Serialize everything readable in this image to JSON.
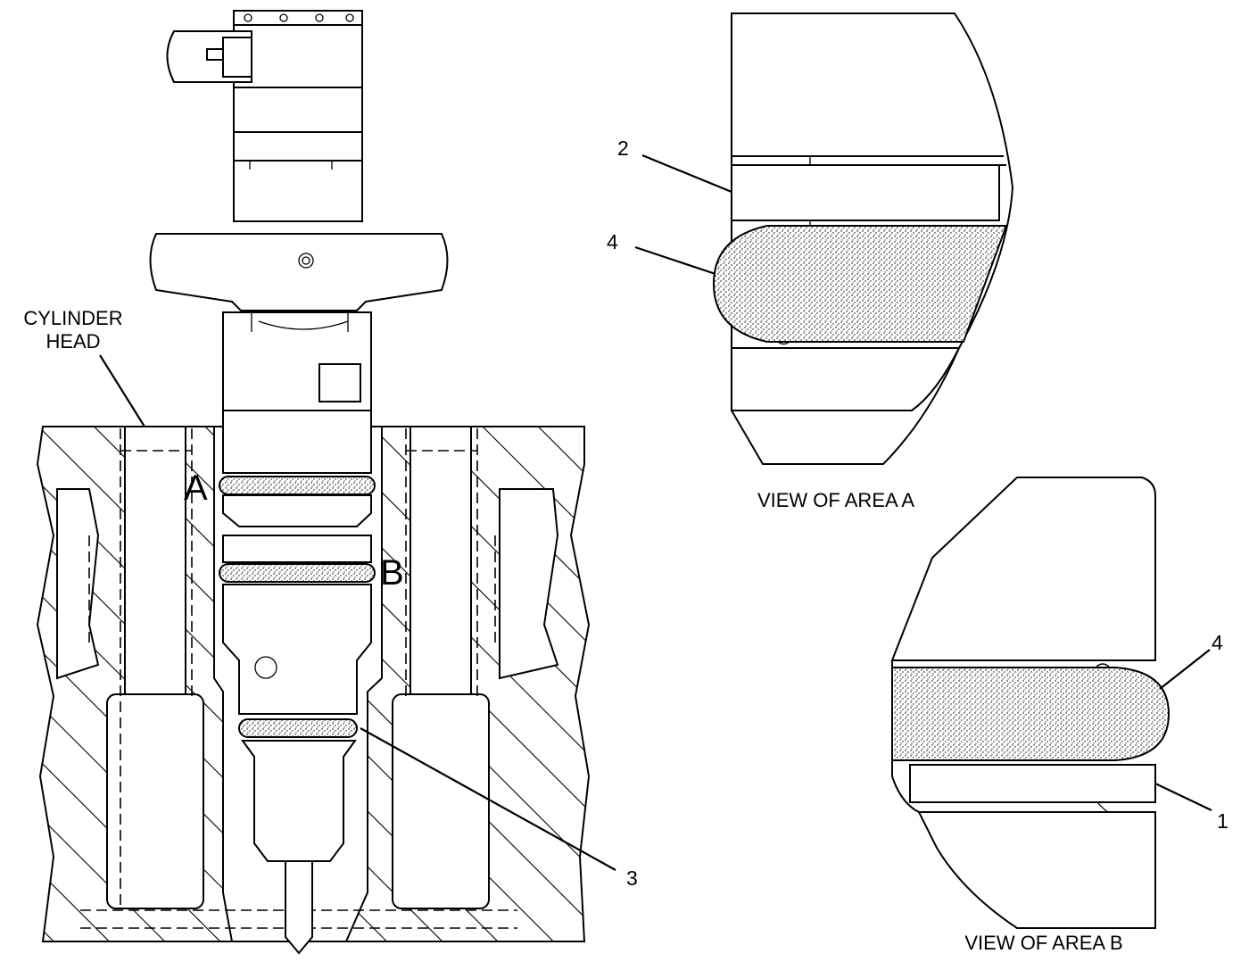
{
  "labels": {
    "cylinder_head_line1": "CYLINDER",
    "cylinder_head_line2": "HEAD",
    "area_a": "A",
    "area_b": "B",
    "view_a": "VIEW OF AREA A",
    "view_b": "VIEW OF AREA B"
  },
  "callouts": {
    "item_1": "1",
    "item_2": "2",
    "item_3": "3",
    "item_4_view_a": "4",
    "item_4_view_b": "4"
  }
}
